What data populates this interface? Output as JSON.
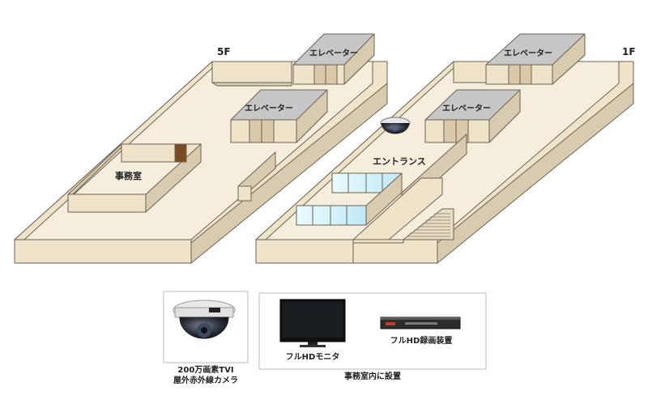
{
  "floors": {
    "fifth": {
      "label": "5F",
      "elevator_upper": "エレベーター",
      "elevator_center": "エレベーター",
      "office": "事務室"
    },
    "first": {
      "label": "1F",
      "elevator_upper": "エレベーター",
      "elevator_center": "エレベーター",
      "entrance": "エントランス"
    }
  },
  "equipment": {
    "camera_line1": "200万画素TVI",
    "camera_line2": "屋外赤外線カメラ",
    "monitor": "フルHDモニタ",
    "recorder": "フルHD録画装置",
    "office_install": "事務室内に設置"
  },
  "colors": {
    "floor": "#f6eedd",
    "wall_top": "#efe3c9",
    "wall_side": "#d9cbb0",
    "elevator_top": "#c7c7c7",
    "door": "#7a4a22",
    "glass": "#cdeefa"
  }
}
